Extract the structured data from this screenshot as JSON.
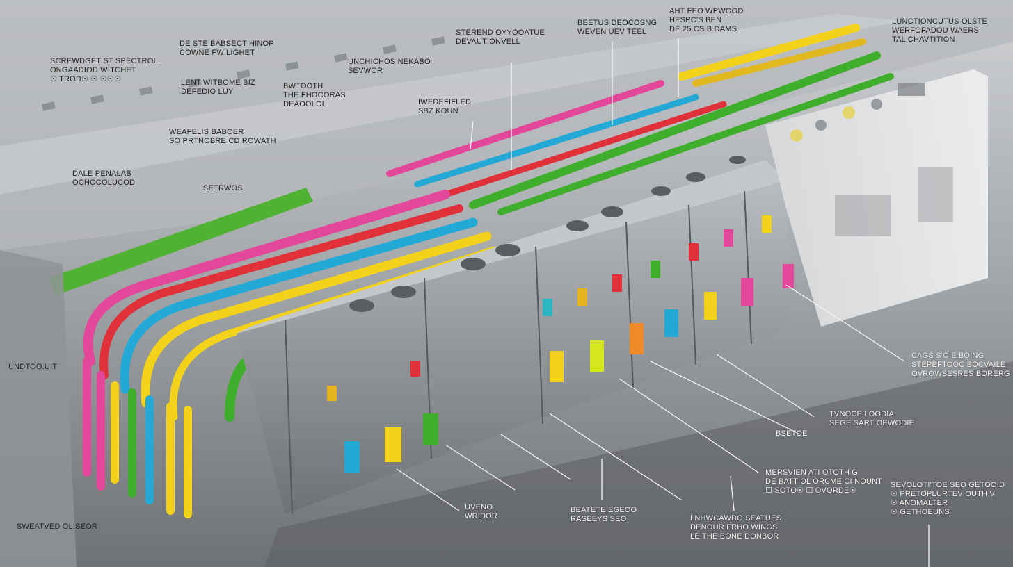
{
  "image": {
    "description_tag": "electrical-panel-terminal-blocks",
    "wire_colors": {
      "green": "#3fae2c",
      "red": "#e0313a",
      "cyan": "#24a9d6",
      "yellow": "#f2d21b",
      "magenta": "#e2479a",
      "grey_module": "#8f9397",
      "rail": "#c9cccf"
    }
  },
  "callouts": [
    {
      "id": "c1",
      "lines": [
        "SCREWDGET ST SPECTROL",
        "ONGAADIOD WITCHET",
        "☉ TROD☉ ☉ ☉☉☉"
      ]
    },
    {
      "id": "c2",
      "lines": [
        "DE STE BABSECT HINOP",
        "COWNE FW LIGHET"
      ]
    },
    {
      "id": "c3",
      "lines": [
        "LENT WITBOME BIZ",
        "DEFEDIO LUY"
      ]
    },
    {
      "id": "c4",
      "lines": [
        "WEAFELIS BABOER",
        "SO PRTNOBRE CD ROWATH"
      ]
    },
    {
      "id": "c5",
      "lines": [
        "DALE PENALAB",
        "OCHOCOLUCOD"
      ]
    },
    {
      "id": "c6",
      "lines": [
        "SETRWOS"
      ]
    },
    {
      "id": "c7",
      "lines": [
        "UNCHICHOS NEKABO",
        "SEVWOR"
      ]
    },
    {
      "id": "c8",
      "lines": [
        "BWTOOTH",
        "THE FHOCORAS",
        "DEAOOLOL"
      ]
    },
    {
      "id": "c9",
      "lines": [
        "STEREND OYYOOATUE",
        "DEVAUTIONVELL"
      ]
    },
    {
      "id": "c10",
      "lines": [
        "IWEDEFIFLED",
        "SBZ KOUN"
      ]
    },
    {
      "id": "c11",
      "lines": [
        "BEETUS DEOCOSNG",
        "WEVEN UEV TEEL"
      ]
    },
    {
      "id": "c12",
      "lines": [
        "AHT FEO WPWOOD",
        "HESPC'S BEN",
        "DE 25 CS B DAMS"
      ]
    },
    {
      "id": "c13",
      "lines": [
        "LUNCTIONCUTUS OLSTE",
        "WERFOFADOU WAERS",
        "TAL CHAVTITION"
      ]
    },
    {
      "id": "c14",
      "lines": [
        "UNDTOO.UIT"
      ]
    },
    {
      "id": "c15",
      "lines": [
        "SWEATVED OLISEOR"
      ]
    },
    {
      "id": "c16",
      "lines": [
        "CAGS S'O E BOING",
        "STEPEFTOOC BOCVAILE",
        "OVROWSESRES BORERG"
      ]
    },
    {
      "id": "c17",
      "lines": [
        "TVNOCE LOODIA",
        "SEGE SART OEWODIE"
      ]
    },
    {
      "id": "c18",
      "lines": [
        "BSETOE"
      ]
    },
    {
      "id": "c19",
      "lines": [
        "MERSVIEN ATI OTOTH G",
        "DE BATTIOL ORCME CI NOUNT",
        "☐ SOTO☉ ☐ OVORDE☉"
      ]
    },
    {
      "id": "c20",
      "lines": [
        "SEVOLOTI'TOE SEO GETOOID",
        "☉ PRETOPLURTEV OUTH V",
        "☉ ANOMALTER",
        "☉ GETHOEUNS"
      ]
    },
    {
      "id": "c21",
      "lines": [
        "UVENO",
        "WRIDOR"
      ]
    },
    {
      "id": "c22",
      "lines": [
        "BEATETE EGEOO",
        "RASEEYS SEO"
      ]
    },
    {
      "id": "c23",
      "lines": [
        "LNHWCAWDO SEATUES",
        "DENOUR FRHO WINGS",
        "LE THE BONE DONBOR"
      ]
    }
  ]
}
